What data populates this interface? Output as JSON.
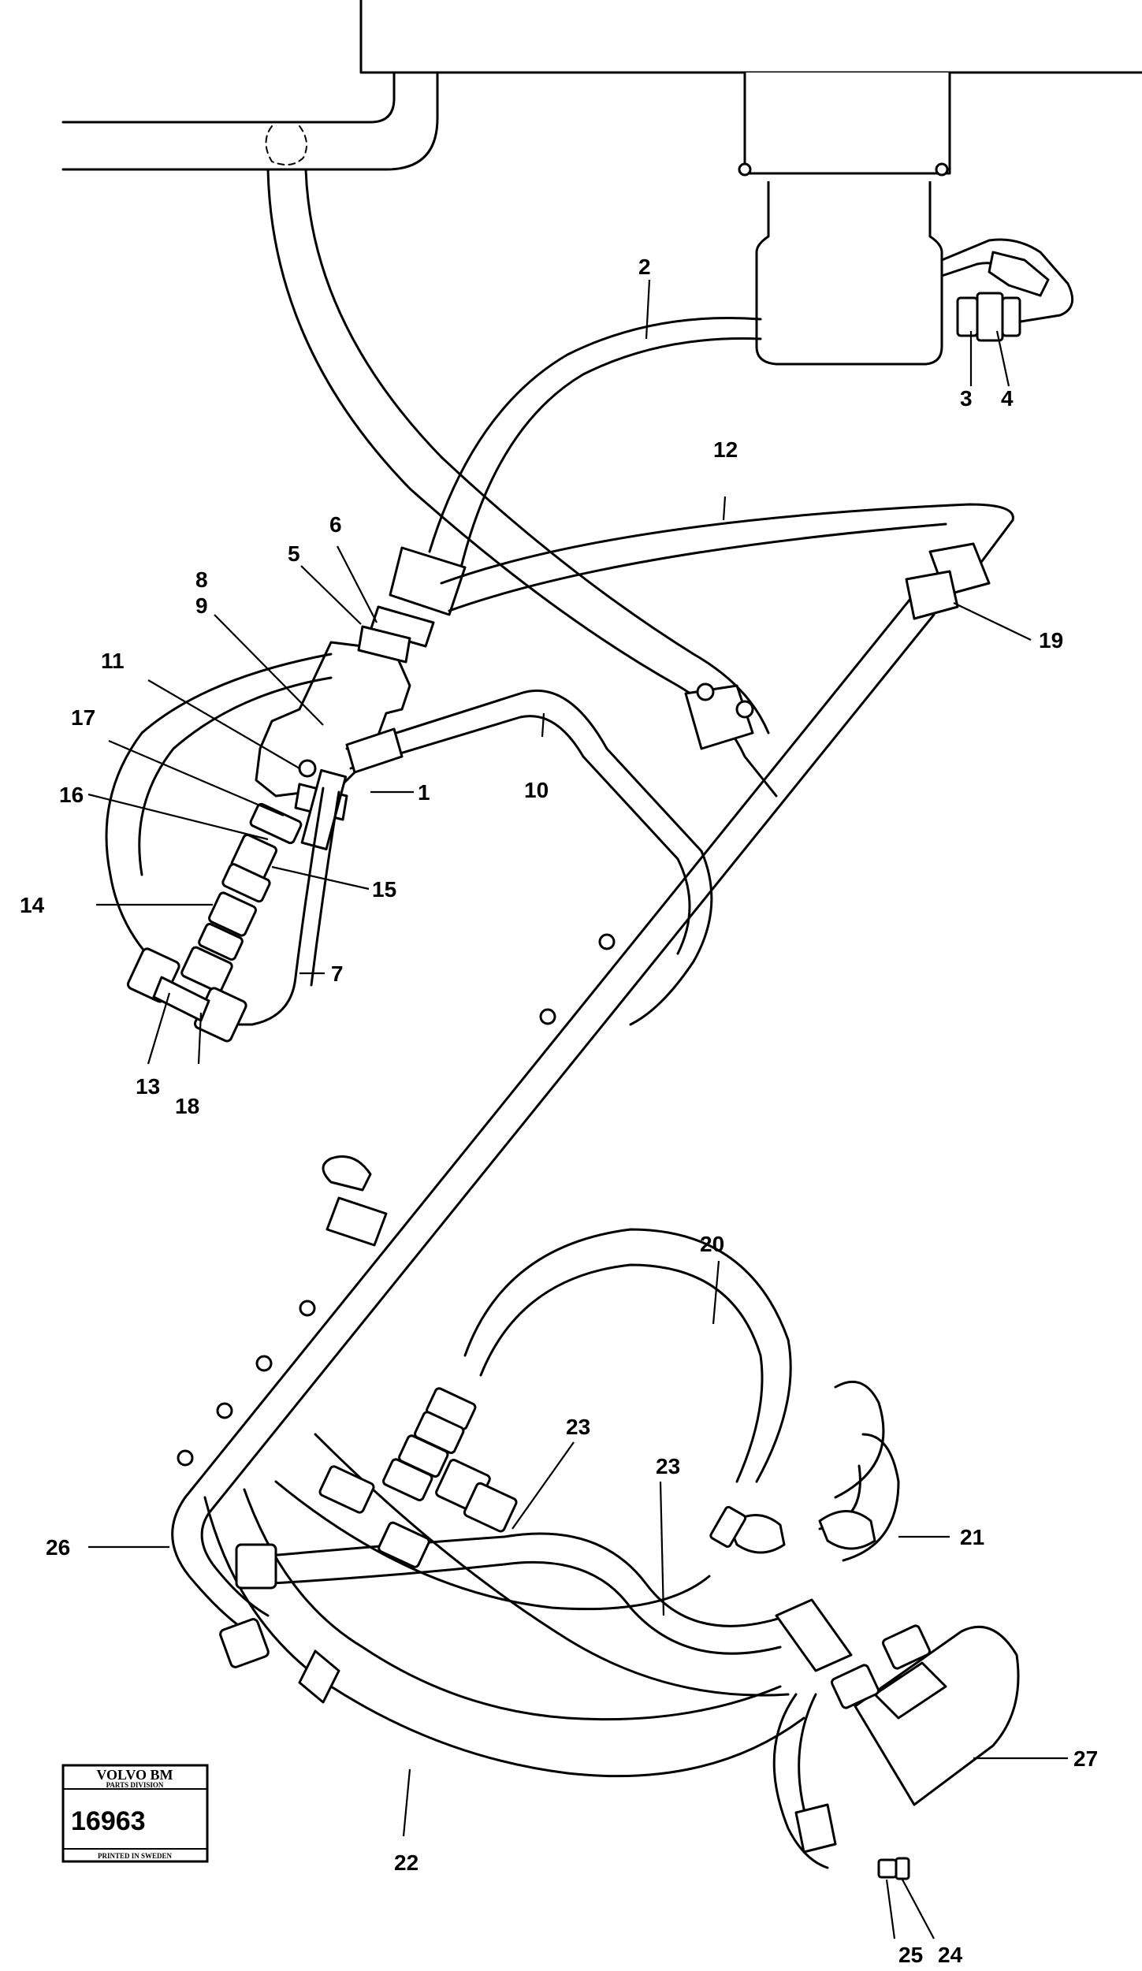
{
  "callouts": [
    {
      "id": "1",
      "text": "1"
    },
    {
      "id": "2",
      "text": "2"
    },
    {
      "id": "3",
      "text": "3"
    },
    {
      "id": "4",
      "text": "4"
    },
    {
      "id": "5",
      "text": "5"
    },
    {
      "id": "6",
      "text": "6"
    },
    {
      "id": "7",
      "text": "7"
    },
    {
      "id": "8",
      "text": "8"
    },
    {
      "id": "9",
      "text": "9"
    },
    {
      "id": "10",
      "text": "10"
    },
    {
      "id": "11",
      "text": "11"
    },
    {
      "id": "12",
      "text": "12"
    },
    {
      "id": "13",
      "text": "13"
    },
    {
      "id": "14",
      "text": "14"
    },
    {
      "id": "15",
      "text": "15"
    },
    {
      "id": "16",
      "text": "16"
    },
    {
      "id": "17",
      "text": "17"
    },
    {
      "id": "18",
      "text": "18"
    },
    {
      "id": "19",
      "text": "19"
    },
    {
      "id": "20",
      "text": "20"
    },
    {
      "id": "21",
      "text": "21"
    },
    {
      "id": "22",
      "text": "22"
    },
    {
      "id": "23a",
      "text": "23"
    },
    {
      "id": "23b",
      "text": "23"
    },
    {
      "id": "24",
      "text": "24"
    },
    {
      "id": "25",
      "text": "25"
    },
    {
      "id": "26",
      "text": "26"
    },
    {
      "id": "27",
      "text": "27"
    }
  ],
  "logo": {
    "brand": "VOLVO BM",
    "division": "PARTS DIVISION",
    "number": "16963",
    "footer": "PRINTED IN SWEDEN"
  }
}
